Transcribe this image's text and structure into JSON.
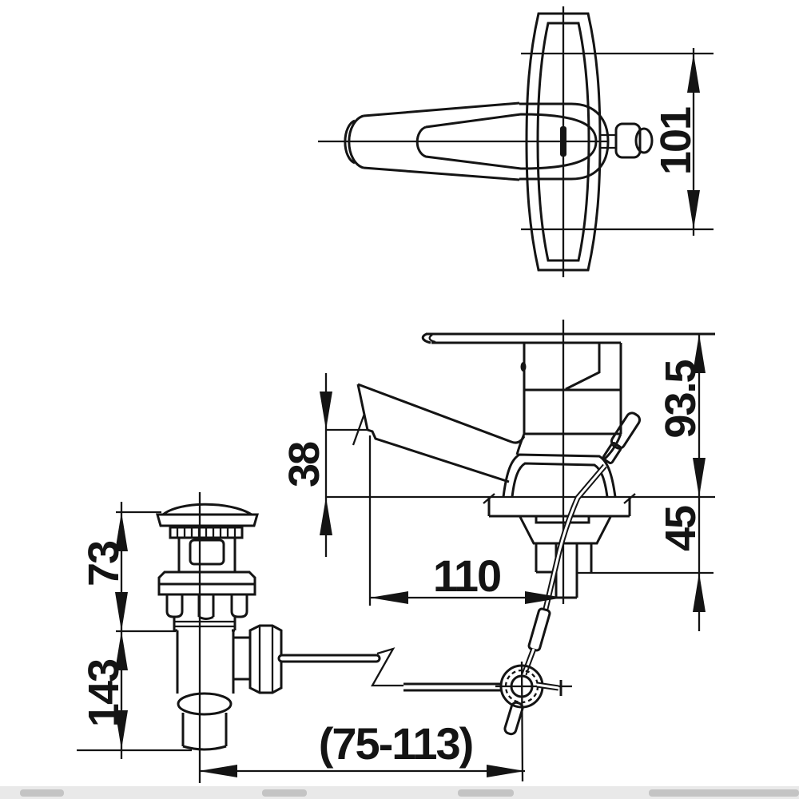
{
  "dims": {
    "d101": "101",
    "d935": "93.5",
    "d45": "45",
    "d38": "38",
    "d110": "110",
    "d73": "73",
    "d143": "143",
    "d75_113": "(75-113)"
  }
}
